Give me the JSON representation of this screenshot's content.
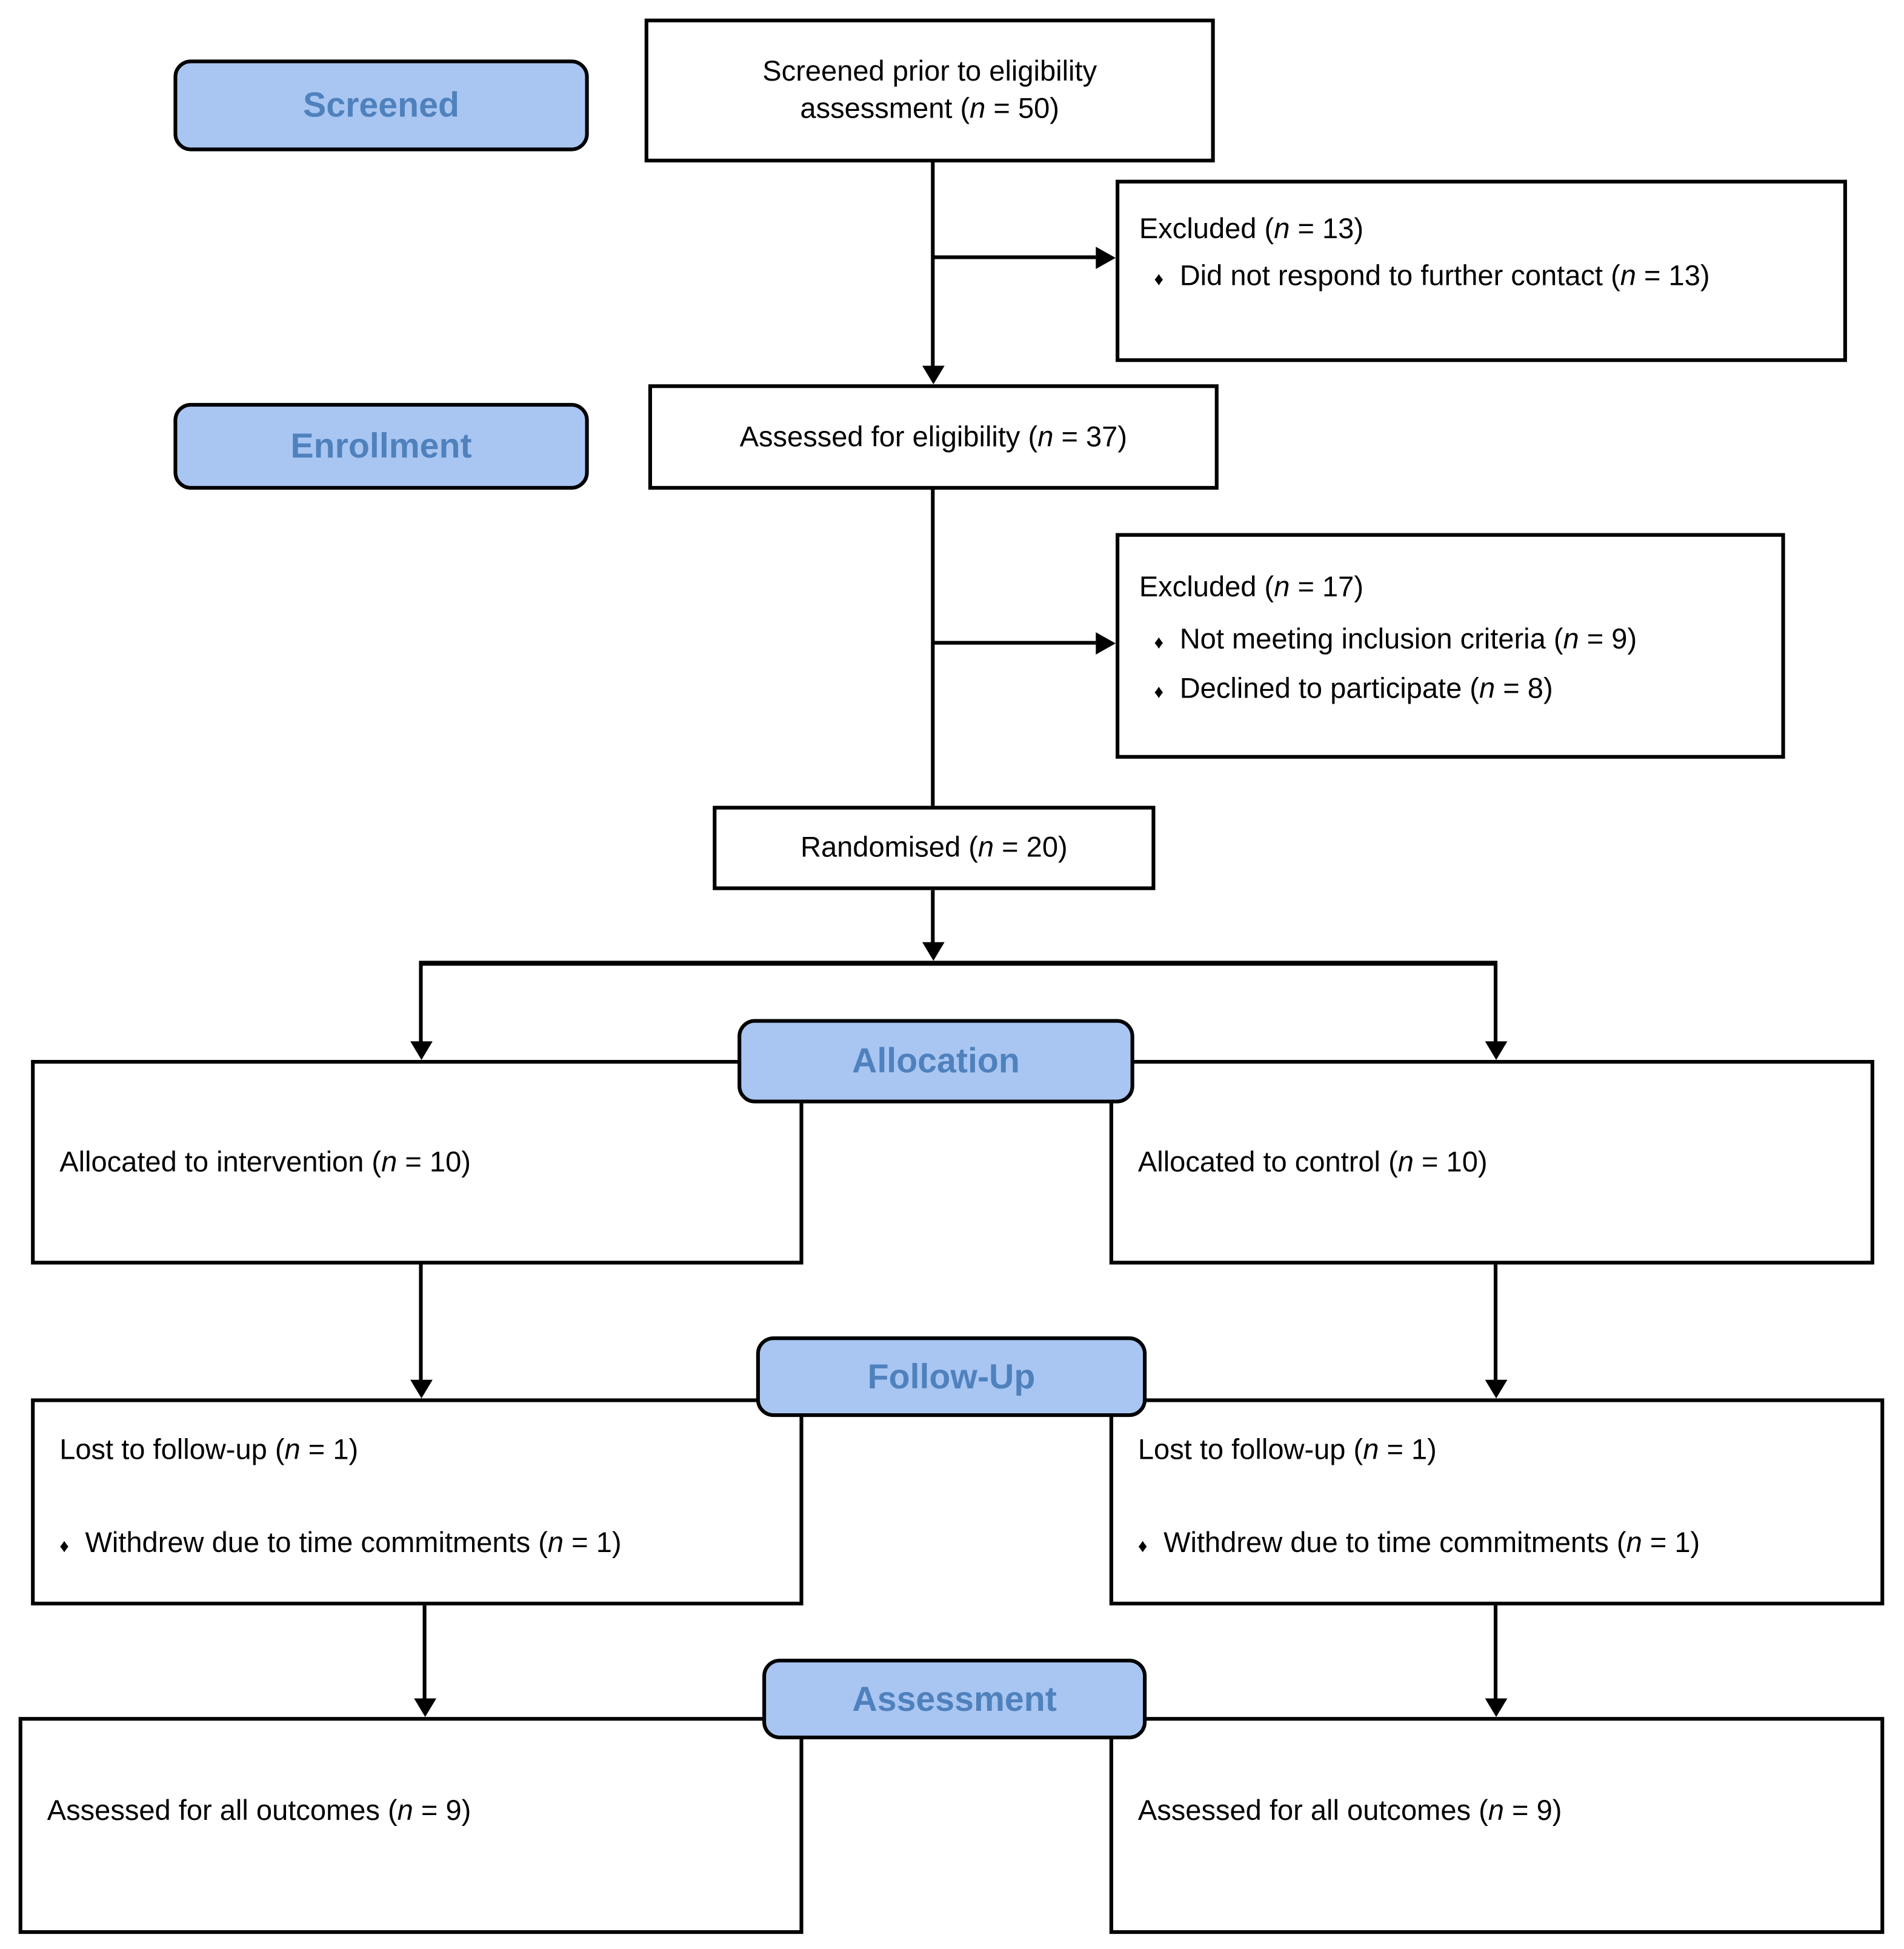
{
  "diagram": {
    "bullet_char": "♦",
    "colors": {
      "label_fill": "#a9c6f2",
      "label_text": "#4f81bd",
      "label_border": "#000000",
      "box_border": "#000000",
      "line": "#000000",
      "background": "#ffffff"
    },
    "stages": [
      {
        "label": "Screened"
      },
      {
        "label": "Enrollment"
      },
      {
        "label": "Allocation"
      },
      {
        "label": "Follow-Up"
      },
      {
        "label": "Assessment"
      }
    ],
    "boxes": {
      "screened_prior": {
        "lines": [
          "Screened prior to eligibility",
          "assessment (n = 50)"
        ]
      },
      "excluded_screening": {
        "title": "Excluded (n = 13)",
        "items": [
          "Did not respond to further contact (n = 13)"
        ]
      },
      "eligibility": {
        "text": "Assessed for eligibility (n = 37)"
      },
      "excluded_eligibility": {
        "title": "Excluded (n = 17)",
        "items": [
          "Not meeting inclusion criteria (n = 9)",
          "Declined to participate (n = 8)"
        ]
      },
      "randomised": {
        "text": "Randomised (n = 20)"
      },
      "alloc_intervention": {
        "text": "Allocated to intervention (n = 10)"
      },
      "alloc_control": {
        "text": "Allocated to control (n = 10)"
      },
      "followup_intervention": {
        "title": "Lost to follow-up (n = 1)",
        "items": [
          "Withdrew due to time commitments (n = 1)"
        ]
      },
      "followup_control": {
        "title": "Lost to follow-up (n = 1)",
        "items": [
          "Withdrew due to time commitments (n = 1)"
        ]
      },
      "assessed_intervention": {
        "text": "Assessed for all outcomes (n = 9)"
      },
      "assessed_control": {
        "text": "Assessed for all outcomes (n = 9)"
      }
    }
  }
}
